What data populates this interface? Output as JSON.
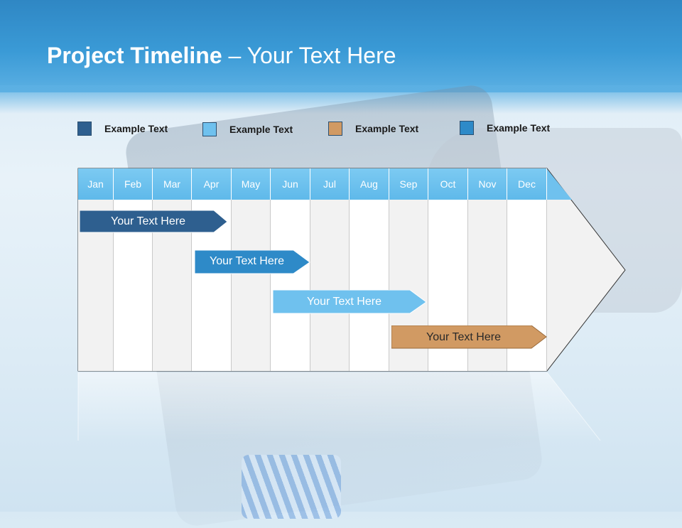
{
  "title": {
    "bold": "Project Timeline",
    "rest": " – Your Text Here"
  },
  "legend": [
    {
      "label": "Example Text",
      "color": "#2e5f8f"
    },
    {
      "label": "Example Text",
      "color": "#6fc1ee"
    },
    {
      "label": "Example Text",
      "color": "#d19a63"
    },
    {
      "label": "Example Text",
      "color": "#2e8ac8"
    }
  ],
  "months": [
    "Jan",
    "Feb",
    "Mar",
    "Apr",
    "May",
    "Jun",
    "Jul",
    "Aug",
    "Sep",
    "Oct",
    "Nov",
    "Dec"
  ],
  "tasks": [
    {
      "label": "Your  Text Here",
      "color": "#2e5f8f"
    },
    {
      "label": "Your  Text Here",
      "color": "#2e8ac8"
    },
    {
      "label": "Your  Text Here",
      "color": "#6fc1ee"
    },
    {
      "label": "Your  Text Here",
      "color": "#d19a63",
      "text_color": "#2a2a2a"
    }
  ]
}
